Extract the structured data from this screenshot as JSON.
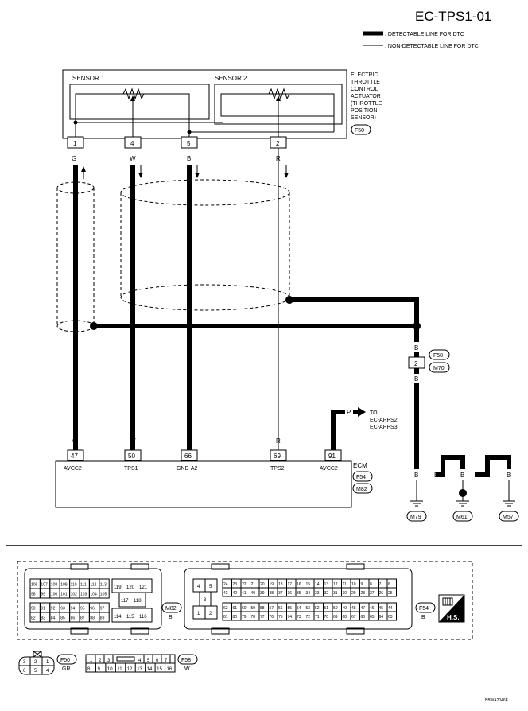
{
  "title": "EC-TPS1-01",
  "legend": {
    "detectable": ": DETECTABLE LINE FOR DTC",
    "non_detectable": ": NON-DETECTABLE LINE FOR DTC"
  },
  "actuator": {
    "sensor1": "SENSOR 1",
    "sensor2": "SENSOR 2",
    "label_lines": [
      "ELECTRIC",
      "THROTTLE",
      "CONTROL",
      "ACTUATOR",
      "(THROTTLE",
      "POSITION",
      "SENSOR)"
    ],
    "connector": "F50"
  },
  "actuator_pins": [
    {
      "pin": "1",
      "color": "G"
    },
    {
      "pin": "4",
      "color": "W"
    },
    {
      "pin": "5",
      "color": "B"
    },
    {
      "pin": "2",
      "color": "R"
    }
  ],
  "ecm": {
    "label": "ECM",
    "connectors": [
      "F54",
      "M82"
    ],
    "pins": [
      {
        "pin": "47",
        "color": "G",
        "signal": "AVCC2"
      },
      {
        "pin": "50",
        "color": "W",
        "signal": "TPS1"
      },
      {
        "pin": "66",
        "color": "B",
        "signal": "GND-A2"
      },
      {
        "pin": "69",
        "color": "R",
        "signal": "TPS2"
      },
      {
        "pin": "91",
        "color": "P",
        "signal": "AVCC2"
      }
    ]
  },
  "to_ref": {
    "color": "P",
    "to": "TO",
    "refs": [
      "EC-APPS2",
      "EC-APPS3"
    ]
  },
  "ground_branch": {
    "colors": [
      "B",
      "B"
    ],
    "junction_pin": "2",
    "junction_connectors": [
      "F58",
      "M70"
    ],
    "ground_colors": [
      "B",
      "B",
      "B",
      "B",
      "B"
    ],
    "grounds": [
      "M79",
      "M61",
      "M57"
    ]
  },
  "bottom": {
    "m82_label": "M82",
    "m82_color": "B",
    "f54_label": "F54",
    "f54_color": "B",
    "hs_label": "H.S.",
    "f50_label": "F50",
    "f50_color": "GR",
    "f58_label": "F58",
    "f58_color": "W",
    "m82_rows": [
      [
        "106",
        "107",
        "108",
        "109",
        "110",
        "111",
        "112",
        "113"
      ],
      [
        "98",
        "99",
        "100",
        "101",
        "102",
        "103",
        "104",
        "105"
      ],
      [
        "90",
        "91",
        "92",
        "93",
        "94",
        "95",
        "96",
        "97"
      ],
      [
        "82",
        "83",
        "84",
        "85",
        "86",
        "87",
        "88",
        "89"
      ]
    ],
    "m82_mid_top": [
      "119",
      "120",
      "121"
    ],
    "m82_mid_one": "117",
    "m82_mid_two": "118",
    "m82_mid_bot": [
      "114",
      "115",
      "116"
    ],
    "f54_small_top": [
      "4",
      "5"
    ],
    "f54_small_mid": "3",
    "f54_small_bot": [
      "1",
      "2"
    ],
    "f54_rows": [
      [
        "24",
        "23",
        "22",
        "21",
        "20",
        "19",
        "18",
        "17",
        "16",
        "15",
        "14",
        "13",
        "12",
        "11",
        "10",
        "9",
        "8",
        "7",
        "6"
      ],
      [
        "43",
        "42",
        "41",
        "40",
        "39",
        "38",
        "37",
        "36",
        "35",
        "34",
        "33",
        "32",
        "31",
        "30",
        "29",
        "28",
        "27",
        "26",
        "25"
      ],
      [
        "62",
        "61",
        "60",
        "59",
        "58",
        "57",
        "56",
        "55",
        "54",
        "53",
        "52",
        "51",
        "50",
        "49",
        "48",
        "47",
        "46",
        "45",
        "44"
      ],
      [
        "81",
        "80",
        "79",
        "78",
        "77",
        "76",
        "75",
        "74",
        "73",
        "72",
        "71",
        "70",
        "69",
        "68",
        "67",
        "66",
        "65",
        "64",
        "63"
      ]
    ],
    "f50_top": [
      "3",
      "2",
      "1"
    ],
    "f50_bot": [
      "6",
      "5",
      "4"
    ],
    "f58_top": [
      "1",
      "2",
      "3",
      "4",
      "5",
      "6",
      "7"
    ],
    "f58_bot": [
      "8",
      "9",
      "10",
      "11",
      "12",
      "13",
      "14",
      "15",
      "16"
    ]
  },
  "code": "BBWA2046E"
}
